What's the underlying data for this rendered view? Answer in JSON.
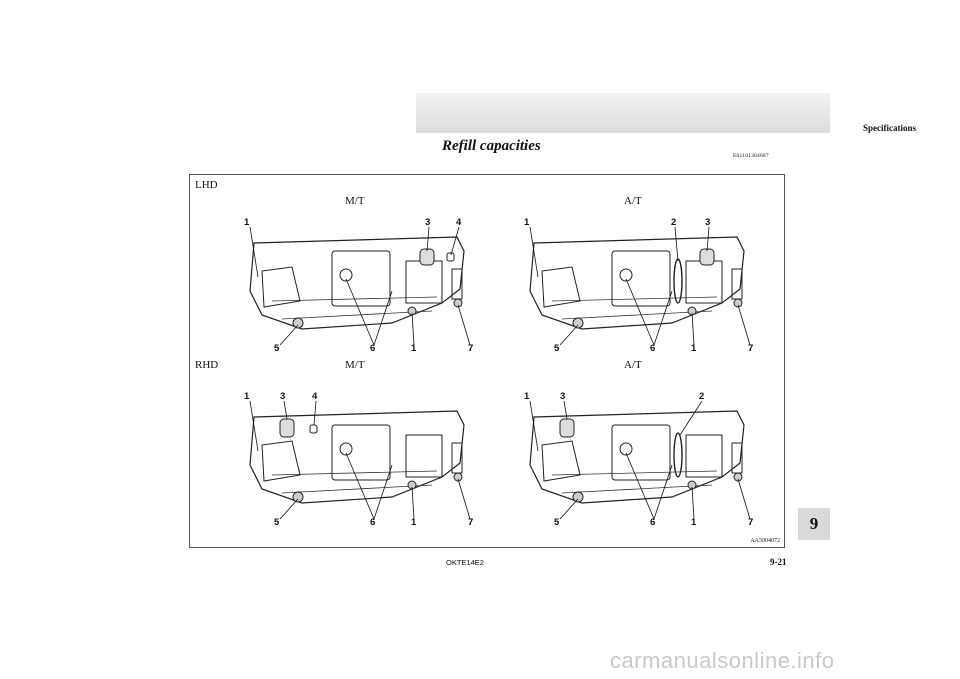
{
  "header": {
    "title": "Specifications"
  },
  "section": {
    "title": "Refill capacities",
    "code": "E01101304687"
  },
  "figure": {
    "quadrants": [
      {
        "side": "LHD",
        "trans": "M/T",
        "callouts": [
          "1",
          "3",
          "4",
          "5",
          "6",
          "1",
          "7"
        ]
      },
      {
        "side": "",
        "trans": "A/T",
        "callouts": [
          "1",
          "2",
          "3",
          "5",
          "6",
          "1",
          "7"
        ]
      },
      {
        "side": "RHD",
        "trans": "M/T",
        "callouts": [
          "1",
          "3",
          "4",
          "5",
          "6",
          "1",
          "7"
        ]
      },
      {
        "side": "",
        "trans": "A/T",
        "callouts": [
          "1",
          "3",
          "2",
          "5",
          "6",
          "1",
          "7"
        ]
      }
    ],
    "figure_id": "AA5004072"
  },
  "chapter_tab": "9",
  "footer": {
    "code": "OKTE14E2",
    "page": "9-21"
  },
  "watermark": "carmanualsonline.info"
}
